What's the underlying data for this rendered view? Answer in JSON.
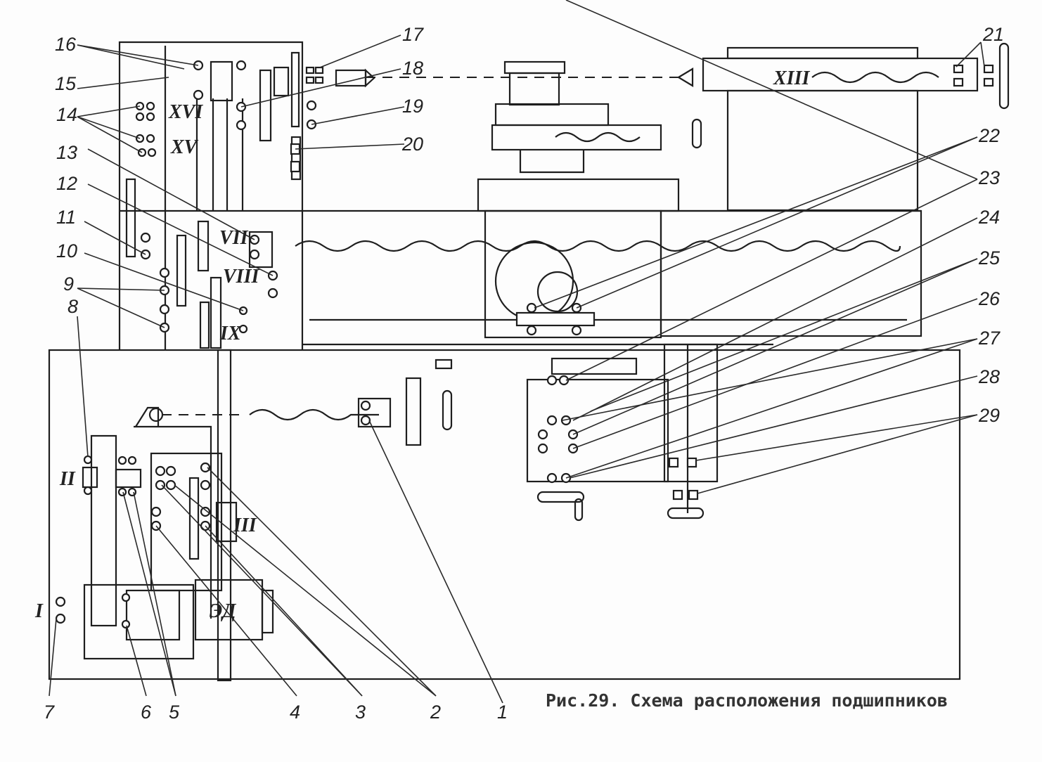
{
  "figure": {
    "caption": "Рис.29. Схема расположения подшипников",
    "motor_label": "ЭД"
  },
  "shaft_labels": {
    "I": "I",
    "II": "II",
    "III": "III",
    "VII": "VII",
    "VIII": "VIII",
    "IX": "IX",
    "XIII": "XIII",
    "XV": "XV",
    "XVI": "XVI"
  },
  "callouts": [
    "1",
    "2",
    "3",
    "4",
    "5",
    "6",
    "7",
    "8",
    "9",
    "10",
    "11",
    "12",
    "13",
    "14",
    "15",
    "16",
    "17",
    "18",
    "19",
    "20",
    "21",
    "22",
    "23",
    "24",
    "25",
    "26",
    "27",
    "28",
    "29"
  ]
}
